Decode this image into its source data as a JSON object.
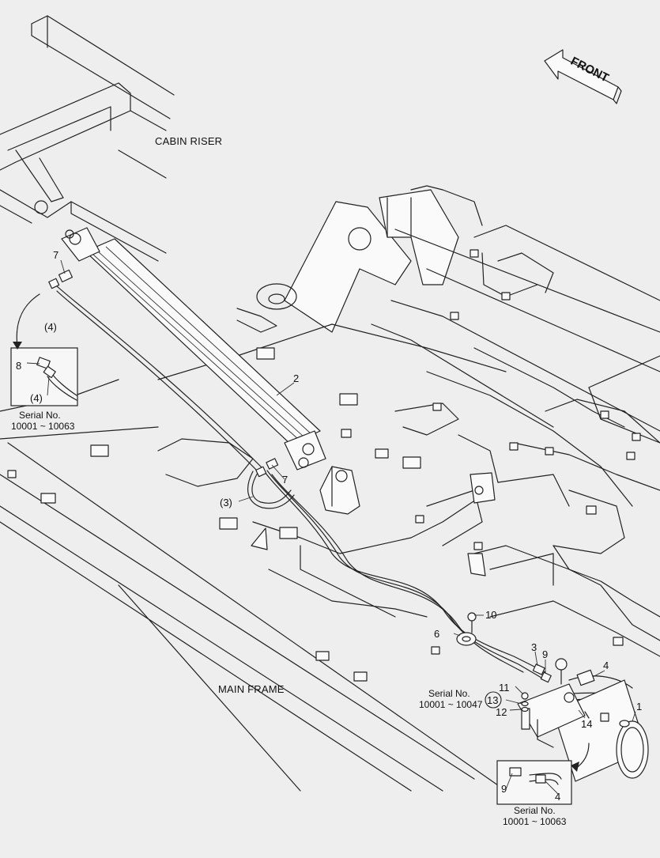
{
  "labels": {
    "cabin_riser": "CABIN RISER",
    "main_frame": "MAIN FRAME",
    "front": "FRONT"
  },
  "callouts": {
    "c1": "1",
    "c2": "2",
    "c3": "(3)",
    "c3b": "3",
    "c4a": "(4)",
    "c4b": "(4)",
    "c4c": "4",
    "c4d": "4",
    "c6": "6",
    "c7a": "7",
    "c7b": "7",
    "c8": "8",
    "c9a": "9",
    "c9b": "9",
    "c10": "10",
    "c11": "11",
    "c12": "12",
    "c13": "13",
    "c14": "14"
  },
  "serials": {
    "left_label": "Serial No.",
    "left_range": "10001 ~ 10063",
    "mid_label": "Serial No.",
    "mid_range": "10001 ~ 10047",
    "bottom_label": "Serial No.",
    "bottom_range": "10001 ~ 10063"
  }
}
